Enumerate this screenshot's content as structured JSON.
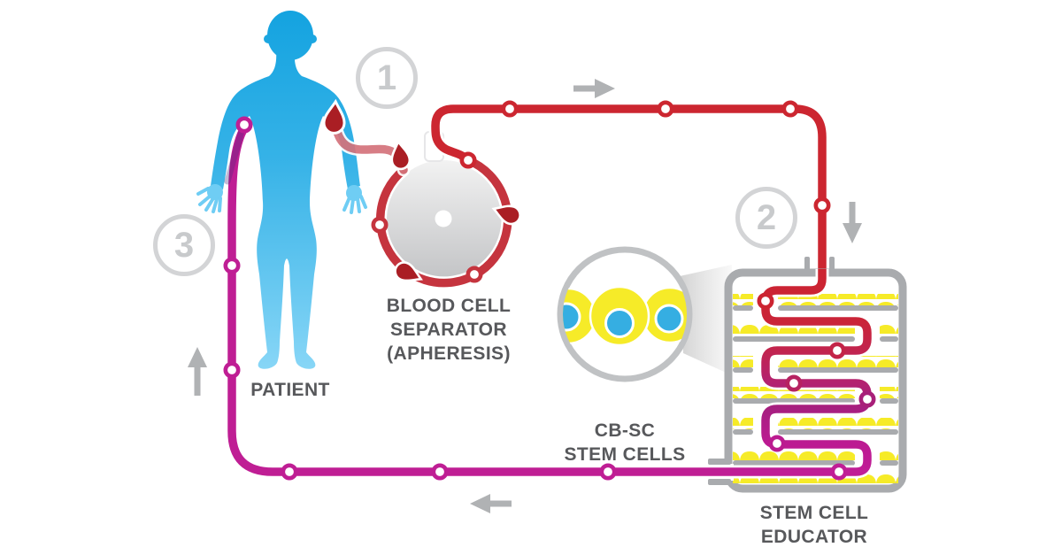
{
  "title": "Stem Cell Educator therapy circuit diagram",
  "labels": {
    "patient": "PATIENT",
    "separator": "BLOOD CELL\nSEPARATOR\n(APHERESIS)",
    "stem_cells": "CB-SC\nSTEM CELLS",
    "educator": "STEM CELL\nEDUCATOR"
  },
  "steps": [
    {
      "number": "1"
    },
    {
      "number": "2"
    },
    {
      "number": "3"
    }
  ],
  "flow": {
    "arrow_directions": [
      "right",
      "down",
      "left",
      "up"
    ]
  },
  "colors": {
    "patient_blue": "#29abe2",
    "patient_blue_light": "#8ad7f7",
    "tube_red": "#cc2630",
    "tube_crimson": "#c5343e",
    "tube_rose": "#d4737b",
    "tube_magenta": "#bf1e94",
    "tube_purple": "#a81f79",
    "blood_drop_red": "#aa1e24",
    "cell_yellow": "#f6eb28",
    "nucleus_blue": "#35aee2",
    "device_gray": "#a9abae",
    "label_gray": "#57585b",
    "step_gray": "#c8cacc",
    "arrow_gray": "#b0b2b4"
  }
}
